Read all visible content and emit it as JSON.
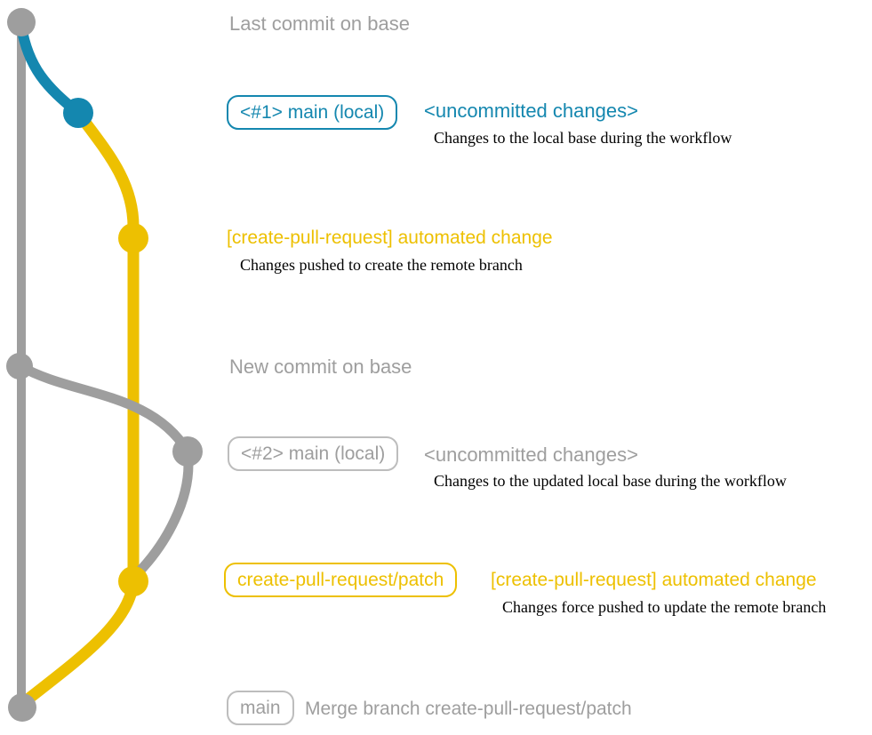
{
  "colors": {
    "gray": "#9e9e9e",
    "gray-border": "#bdbdbd",
    "blue": "#1487af",
    "yellow": "#edc001",
    "caption-text": "#000000",
    "background": "#ffffff"
  },
  "graph": {
    "branches": [
      {
        "name": "base",
        "color_key": "gray"
      },
      {
        "name": "main (local)",
        "color_key": "blue-then-gray"
      },
      {
        "name": "create-pull-request/patch",
        "color_key": "yellow"
      }
    ],
    "nodes": [
      {
        "id": "base-last-commit",
        "color_key": "gray"
      },
      {
        "id": "local-main-commit-1",
        "color_key": "blue"
      },
      {
        "id": "patch-commit-1",
        "color_key": "yellow"
      },
      {
        "id": "base-new-commit",
        "color_key": "gray"
      },
      {
        "id": "local-main-commit-2",
        "color_key": "gray"
      },
      {
        "id": "patch-commit-2",
        "color_key": "yellow"
      },
      {
        "id": "merge-commit",
        "color_key": "gray"
      }
    ]
  },
  "annotations": {
    "last_commit": {
      "text": "Last commit on base"
    },
    "commit1": {
      "badge": "<#1> main (local)",
      "note": "<uncommitted changes>",
      "caption": "Changes to the local base during the workflow"
    },
    "push1": {
      "label": "[create-pull-request] automated change",
      "caption": "Changes pushed to create the remote branch"
    },
    "new_commit": {
      "text": "New commit on base"
    },
    "commit2": {
      "badge": "<#2> main (local)",
      "note": "<uncommitted changes>",
      "caption": "Changes to the updated local base during the workflow"
    },
    "push2": {
      "badge": "create-pull-request/patch",
      "label": "[create-pull-request] automated change",
      "caption": "Changes force pushed to update the remote branch"
    },
    "merge": {
      "badge": "main",
      "label": "Merge branch create-pull-request/patch"
    }
  }
}
